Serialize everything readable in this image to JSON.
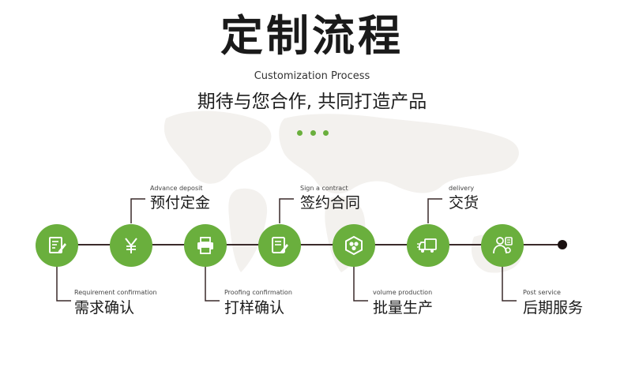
{
  "header": {
    "title": "定制流程",
    "subtitle_en": "Customization Process",
    "subtitle_cn": "期待与您合作, 共同打造产品"
  },
  "colors": {
    "accent": "#6aaf3d",
    "line": "#3a2a2a"
  },
  "steps": [
    {
      "en": "Requirement confirmation",
      "cn": "需求确认",
      "icon": "document-edit-icon"
    },
    {
      "en": "Advance deposit",
      "cn": "预付定金",
      "icon": "yen-icon"
    },
    {
      "en": "Proofing confirmation",
      "cn": "打样确认",
      "icon": "printer-icon"
    },
    {
      "en": "Sign a contract",
      "cn": "签约合同",
      "icon": "contract-pen-icon"
    },
    {
      "en": "volume production",
      "cn": "批量生产",
      "icon": "production-icon"
    },
    {
      "en": "delivery",
      "cn": "交货",
      "icon": "truck-icon"
    },
    {
      "en": "Post service",
      "cn": "后期服务",
      "icon": "service-person-icon"
    }
  ]
}
